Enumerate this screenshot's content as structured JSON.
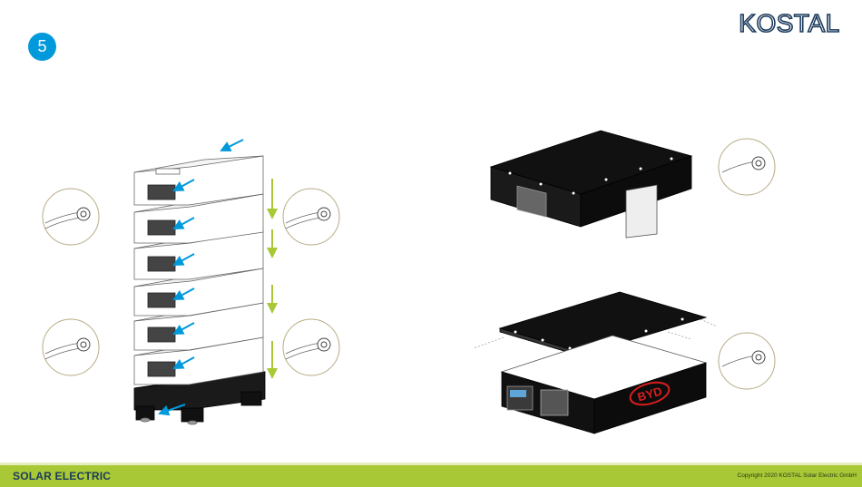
{
  "header": {
    "step_number": "5",
    "logo_text": "KOSTAL"
  },
  "battery_panel": {
    "brand_text": "BYD"
  },
  "footer": {
    "brand": "SOLAR ELECTRIC",
    "copyright": "Copyright 2020 KOSTAL Solar Electric GmbH"
  },
  "colors": {
    "accent_blue": "#0099dc",
    "accent_green": "#a8c835",
    "logo_navy": "#1b3a5c",
    "brand_red": "#d81e1e"
  }
}
